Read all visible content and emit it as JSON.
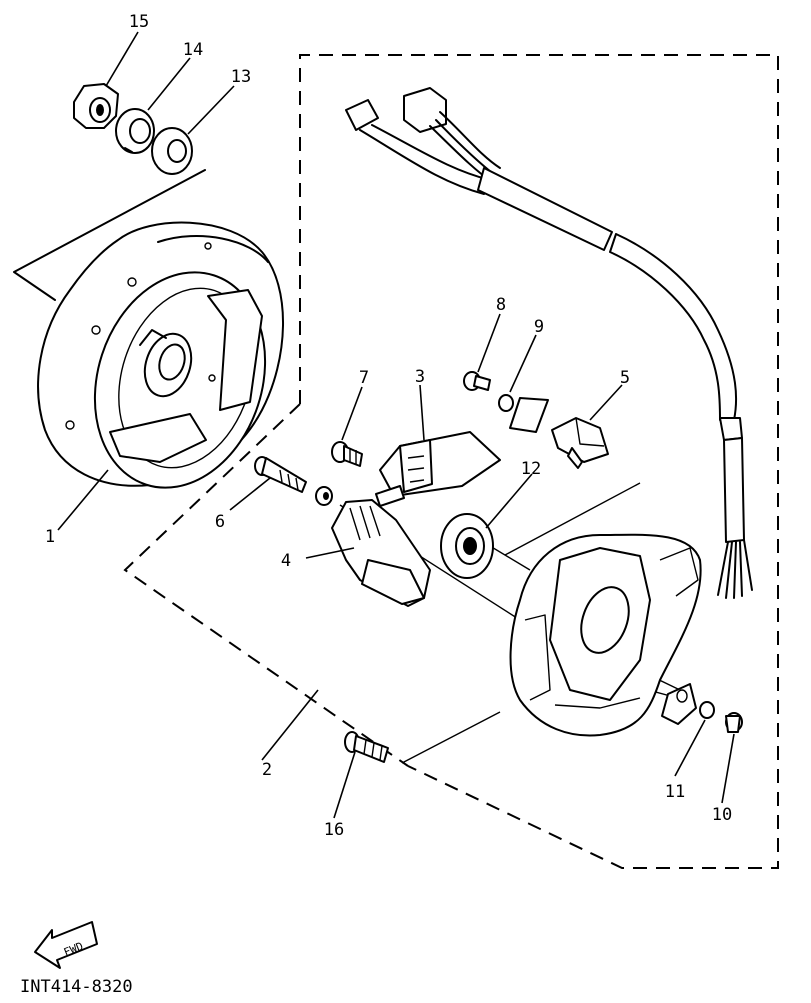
{
  "diagram": {
    "callouts": [
      {
        "id": "1",
        "label": "1"
      },
      {
        "id": "2",
        "label": "2"
      },
      {
        "id": "3",
        "label": "3"
      },
      {
        "id": "4",
        "label": "4"
      },
      {
        "id": "5",
        "label": "5"
      },
      {
        "id": "6",
        "label": "6"
      },
      {
        "id": "7",
        "label": "7"
      },
      {
        "id": "8",
        "label": "8"
      },
      {
        "id": "9",
        "label": "9"
      },
      {
        "id": "10",
        "label": "10"
      },
      {
        "id": "11",
        "label": "11"
      },
      {
        "id": "12",
        "label": "12"
      },
      {
        "id": "13",
        "label": "13"
      },
      {
        "id": "14",
        "label": "14"
      },
      {
        "id": "15",
        "label": "15"
      },
      {
        "id": "16",
        "label": "16"
      }
    ],
    "fwd_label": "FWD",
    "drawing_code": "INT414-8320"
  }
}
